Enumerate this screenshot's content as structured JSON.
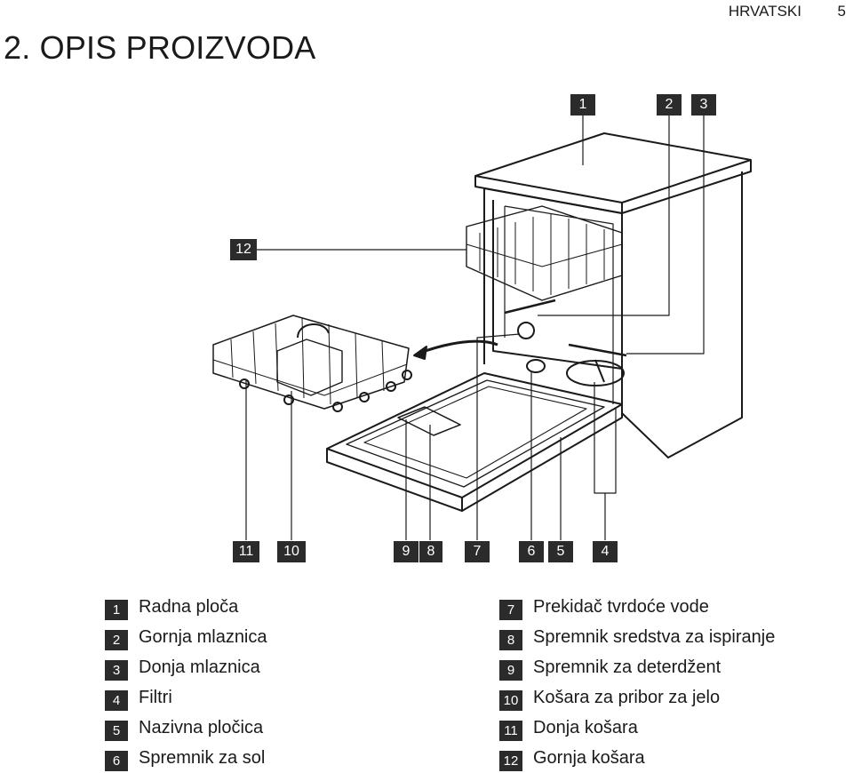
{
  "header": {
    "language": "HRVATSKI",
    "page_number": "5"
  },
  "title": "2. OPIS PROIZVODA",
  "callouts": [
    "1",
    "2",
    "3",
    "12",
    "11",
    "10",
    "9",
    "8",
    "7",
    "6",
    "5",
    "4"
  ],
  "legend": {
    "left": [
      {
        "number": "1",
        "label": "Radna ploča"
      },
      {
        "number": "2",
        "label": "Gornja mlaznica"
      },
      {
        "number": "3",
        "label": "Donja mlaznica"
      },
      {
        "number": "4",
        "label": "Filtri"
      },
      {
        "number": "5",
        "label": "Nazivna pločica"
      },
      {
        "number": "6",
        "label": "Spremnik za sol"
      }
    ],
    "right": [
      {
        "number": "7",
        "label": "Prekidač tvrdoće vode"
      },
      {
        "number": "8",
        "label": "Spremnik sredstva za ispiranje"
      },
      {
        "number": "9",
        "label": "Spremnik za deterdžent"
      },
      {
        "number": "10",
        "label": "Košara za pribor za jelo"
      },
      {
        "number": "11",
        "label": "Donja košara"
      },
      {
        "number": "12",
        "label": "Gornja košara"
      }
    ]
  }
}
